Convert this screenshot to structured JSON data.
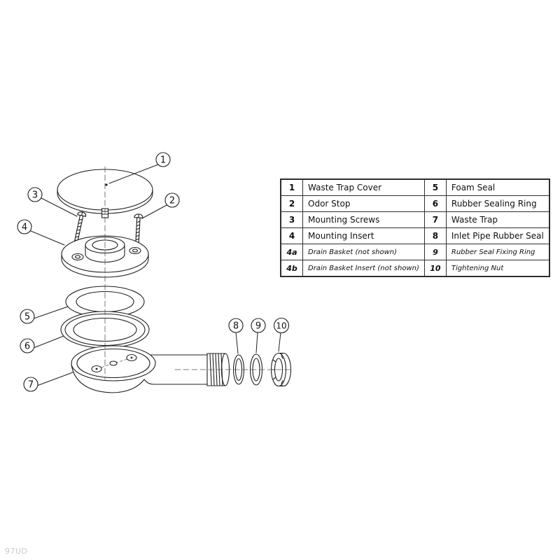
{
  "page": {
    "watermark": "97UD"
  },
  "diagram": {
    "description": "Exploded view of a bathtub waste trap assembly",
    "callout_labels": [
      "1",
      "2",
      "3",
      "4",
      "5",
      "6",
      "7",
      "8",
      "9",
      "10"
    ],
    "line_color": "#1f1f1f"
  },
  "table": {
    "rows": [
      {
        "ln": "1",
        "lname": "Waste Trap Cover",
        "rn": "5",
        "rname": "Foam Seal",
        "italic": false
      },
      {
        "ln": "2",
        "lname": "Odor Stop",
        "rn": "6",
        "rname": "Rubber Sealing Ring",
        "italic": false
      },
      {
        "ln": "3",
        "lname": "Mounting Screws",
        "rn": "7",
        "rname": "Waste Trap",
        "italic": false
      },
      {
        "ln": "4",
        "lname": "Mounting Insert",
        "rn": "8",
        "rname": "Inlet Pipe Rubber Seal",
        "italic": false
      },
      {
        "ln": "4a",
        "lname": "Drain Basket (not shown)",
        "rn": "9",
        "rname": "Rubber Seal Fixing Ring",
        "italic": true
      },
      {
        "ln": "4b",
        "lname": "Drain Basket Insert (not shown)",
        "rn": "10",
        "rname": "Tightening Nut",
        "italic": true
      }
    ]
  }
}
